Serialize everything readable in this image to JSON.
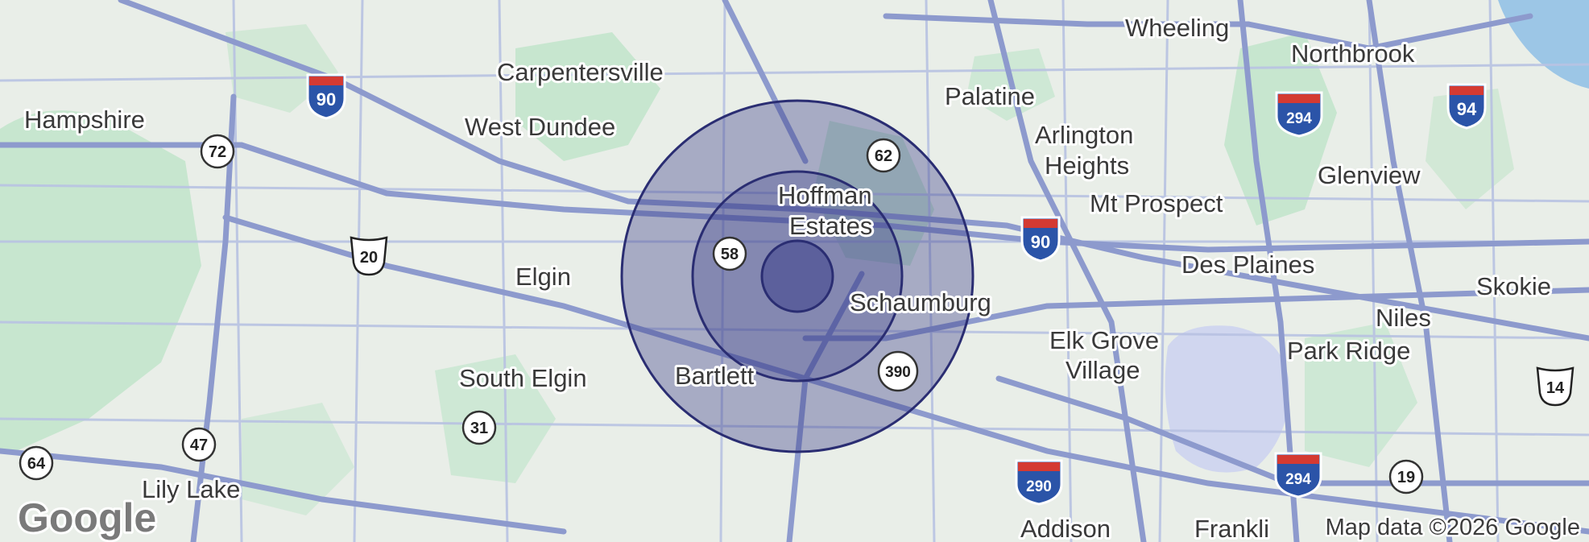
{
  "map": {
    "colors": {
      "land": "#e9eee8",
      "park": "#c7e6cf",
      "water": "#9cc6e6",
      "lake": "#a9d2ea",
      "road": "#a3b0d6",
      "highway": "#8593c9",
      "ring_fill": "#3c3f8a",
      "ring_stroke": "#2a2d72",
      "interstate_blue": "#2b54a8",
      "interstate_red": "#d43a32"
    },
    "cities": [
      {
        "id": "wheeling",
        "label": "Wheeling"
      },
      {
        "id": "northbrook",
        "label": "Northbrook"
      },
      {
        "id": "carpentersville",
        "label": "Carpentersville"
      },
      {
        "id": "palatine",
        "label": "Palatine"
      },
      {
        "id": "hampshire",
        "label": "Hampshire"
      },
      {
        "id": "west-dundee",
        "label": "West Dundee"
      },
      {
        "id": "arlington-heights-1",
        "label": "Arlington"
      },
      {
        "id": "arlington-heights-2",
        "label": "Heights"
      },
      {
        "id": "glenview",
        "label": "Glenview"
      },
      {
        "id": "hoffman-estates-1",
        "label": "Hoffman"
      },
      {
        "id": "hoffman-estates-2",
        "label": "Estates"
      },
      {
        "id": "mt-prospect",
        "label": "Mt Prospect"
      },
      {
        "id": "des-plaines",
        "label": "Des Plaines"
      },
      {
        "id": "elgin",
        "label": "Elgin"
      },
      {
        "id": "schaumburg",
        "label": "Schaumburg"
      },
      {
        "id": "skokie",
        "label": "Skokie"
      },
      {
        "id": "niles",
        "label": "Niles"
      },
      {
        "id": "elk-grove-village-1",
        "label": "Elk Grove"
      },
      {
        "id": "elk-grove-village-2",
        "label": "Village"
      },
      {
        "id": "park-ridge",
        "label": "Park Ridge"
      },
      {
        "id": "south-elgin",
        "label": "South Elgin"
      },
      {
        "id": "bartlett",
        "label": "Bartlett"
      },
      {
        "id": "lily-lake",
        "label": "Lily Lake"
      },
      {
        "id": "addison",
        "label": "Addison"
      },
      {
        "id": "frankli",
        "label": "Frankli"
      }
    ],
    "route_shields": [
      {
        "id": "i90-west",
        "type": "interstate",
        "number": "90"
      },
      {
        "id": "i90-east",
        "type": "interstate",
        "number": "90"
      },
      {
        "id": "i294-north",
        "type": "interstate",
        "number": "294"
      },
      {
        "id": "i294-south",
        "type": "interstate",
        "number": "294"
      },
      {
        "id": "i94",
        "type": "interstate",
        "number": "94"
      },
      {
        "id": "i290",
        "type": "interstate",
        "number": "290"
      },
      {
        "id": "us20",
        "type": "us",
        "number": "20"
      },
      {
        "id": "us14",
        "type": "us",
        "number": "14"
      },
      {
        "id": "state72",
        "type": "state",
        "number": "72"
      },
      {
        "id": "state62",
        "type": "state",
        "number": "62"
      },
      {
        "id": "state58",
        "type": "state",
        "number": "58"
      },
      {
        "id": "state390",
        "type": "state",
        "number": "390"
      },
      {
        "id": "state31",
        "type": "state",
        "number": "31"
      },
      {
        "id": "state47",
        "type": "state",
        "number": "47"
      },
      {
        "id": "state64",
        "type": "state",
        "number": "64"
      },
      {
        "id": "state19",
        "type": "state",
        "number": "19"
      }
    ],
    "radius_rings": [
      {
        "id": "outer-ring"
      },
      {
        "id": "middle-ring"
      },
      {
        "id": "inner-ring"
      }
    ],
    "logo": "Google",
    "attribution": "Map data ©2026 Google"
  }
}
